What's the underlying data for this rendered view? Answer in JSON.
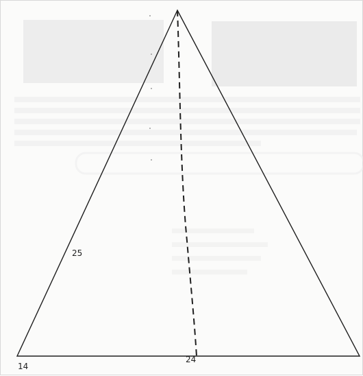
{
  "labels": {
    "side": "25",
    "base_left": "14",
    "height_mark": "24"
  },
  "colors": {
    "ink": "#1f1f1f",
    "bleed": "#e9e9e9",
    "paper": "#fbfbfa"
  }
}
